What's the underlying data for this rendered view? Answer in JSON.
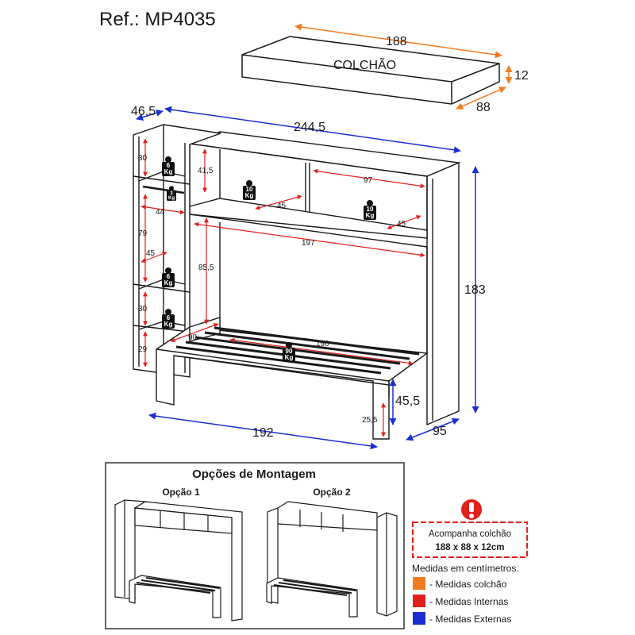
{
  "reference": "Ref.: MP4035",
  "mattress": {
    "label": "COLCHÃO",
    "length": "188",
    "height": "12",
    "width": "88"
  },
  "dimensions": {
    "tower_depth": "46,5",
    "total_width_top": "244,5",
    "height_total": "183",
    "bed_width": "192",
    "bed_depth": "95",
    "bed_height": "45,5",
    "leg_height": "25,5",
    "upper_niche_height": "41,5",
    "niche_width": "97",
    "niche_depth_1": "45",
    "niche_depth_2": "45",
    "bridge_width": "197",
    "bridge_clearance": "85,5",
    "bed_inner_length": "190",
    "bed_inner_width": "90",
    "tower_shelf_1": "30",
    "tower_inner_width": "44",
    "tower_hanger_height": "79",
    "tower_depth_inner": "45",
    "tower_shelf_2": "30",
    "tower_shelf_3": "29"
  },
  "weights": {
    "tower_top": {
      "value": "6",
      "unit": "Kg"
    },
    "tower_rod": {
      "value": "3",
      "unit": "Kg"
    },
    "tower_mid": {
      "value": "6",
      "unit": "Kg"
    },
    "tower_low": {
      "value": "6",
      "unit": "Kg"
    },
    "niche_left": {
      "value": "10",
      "unit": "Kg"
    },
    "niche_right": {
      "value": "10",
      "unit": "Kg"
    },
    "bed": {
      "value": "90",
      "unit": "Kg"
    }
  },
  "assembly": {
    "title": "Opções de Montagem",
    "option1": "Opção 1",
    "option2": "Opção 2"
  },
  "notice": {
    "line1": "Acompanha colchão",
    "line2": "188 x 88 x 12cm"
  },
  "legend": {
    "title": "Medidas em centímetros.",
    "items": [
      {
        "label": "- Medidas colchão",
        "color": "#f47a20"
      },
      {
        "label": "- Medidas Internas",
        "color": "#e0201b"
      },
      {
        "label": "- Medidas Externas",
        "color": "#1b2fd0"
      }
    ]
  },
  "colors": {
    "orange": "#f47a20",
    "red": "#e0201b",
    "blue": "#1b2fd0",
    "line": "#1a1a1a",
    "panel": "#ffffff"
  }
}
